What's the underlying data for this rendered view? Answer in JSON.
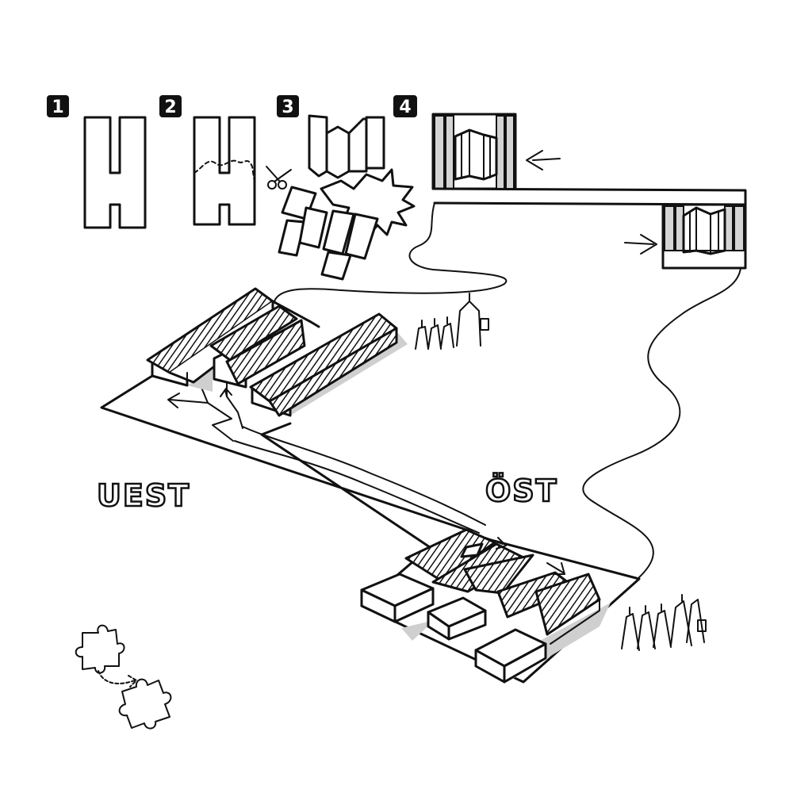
{
  "steps": [
    "1",
    "2",
    "3",
    "4"
  ],
  "labels": {
    "west": "UEST",
    "east": "ÖST"
  },
  "colors": {
    "ink": "#111111",
    "background": "#ffffff",
    "shadow": "#cfcfcf",
    "badge": "#111111"
  },
  "icons": [
    "scissors-icon",
    "explosion-icon",
    "arrow-icon",
    "people-icon",
    "puzzle-piece-icon"
  ]
}
